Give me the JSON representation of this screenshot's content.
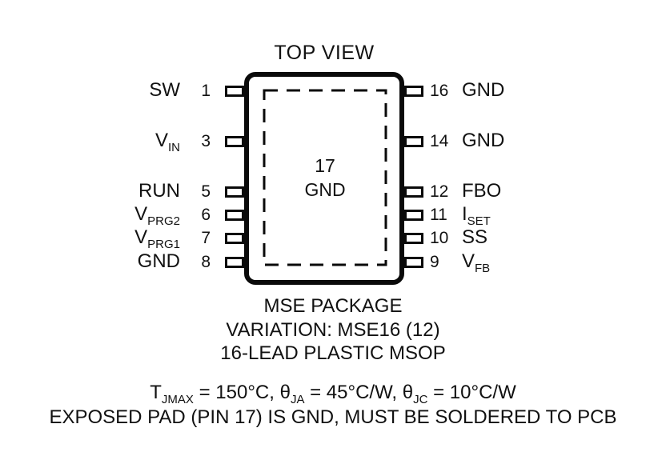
{
  "title": "TOP VIEW",
  "package": {
    "center_pin": {
      "number": "17",
      "label": "GND"
    },
    "left_pins": [
      {
        "num": "1",
        "base": "SW",
        "sub": ""
      },
      {
        "num": "3",
        "base": "V",
        "sub": "IN"
      },
      {
        "num": "5",
        "base": "RUN",
        "sub": ""
      },
      {
        "num": "6",
        "base": "V",
        "sub": "PRG2"
      },
      {
        "num": "7",
        "base": "V",
        "sub": "PRG1"
      },
      {
        "num": "8",
        "base": "GND",
        "sub": ""
      }
    ],
    "right_pins": [
      {
        "num": "16",
        "base": "GND",
        "sub": ""
      },
      {
        "num": "14",
        "base": "GND",
        "sub": ""
      },
      {
        "num": "12",
        "base": "FBO",
        "sub": ""
      },
      {
        "num": "11",
        "base": "I",
        "sub": "SET"
      },
      {
        "num": "10",
        "base": "SS",
        "sub": ""
      },
      {
        "num": "9",
        "base": "V",
        "sub": "FB"
      }
    ]
  },
  "captions": {
    "package_name": "MSE PACKAGE",
    "variation": "VARIATION: MSE16 (12)",
    "lead_type": "16-LEAD PLASTIC MSOP"
  },
  "thermal": {
    "t1": "T",
    "t1sub": "JMAX",
    "t2": " = 150°C, θ",
    "t2sub": "JA",
    "t3": " = 45°C/W, θ",
    "t3sub": "JC",
    "t4": " = 10°C/W"
  },
  "note": "EXPOSED PAD (PIN 17) IS GND, MUST BE SOLDERED TO PCB",
  "colors": {
    "line": "#0a0a0a",
    "background": "#ffffff"
  }
}
